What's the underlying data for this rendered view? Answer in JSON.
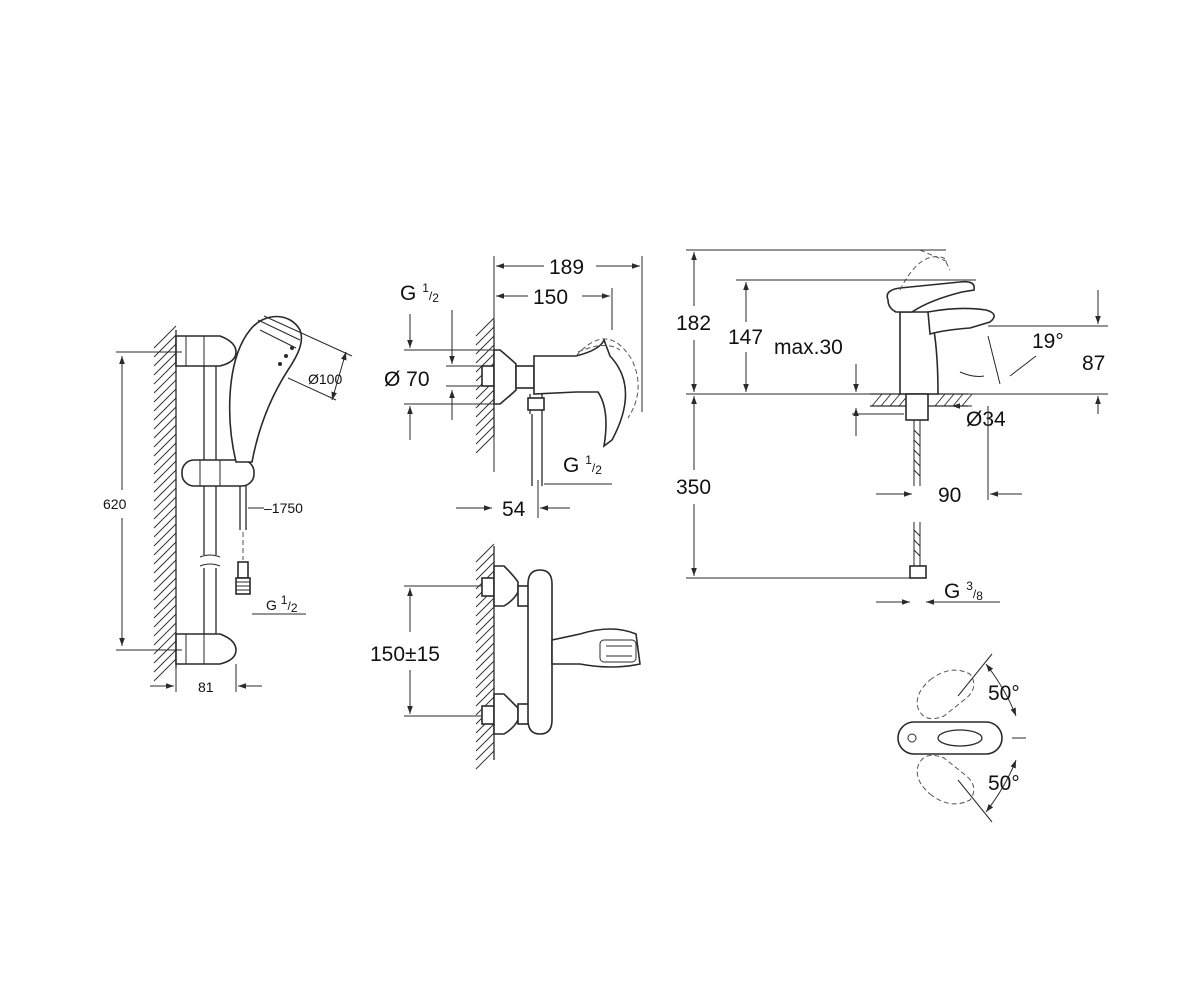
{
  "drawings": {
    "shower_rail": {
      "height_dim": "620",
      "width_dim": "81",
      "head_diameter": "Ø100",
      "hose_length": "1750",
      "thread": {
        "prefix": "G",
        "num": "1",
        "den": "2"
      }
    },
    "shower_mixer_side": {
      "overall_depth": "189",
      "body_depth": "150",
      "rosette_diameter": "Ø 70",
      "wall_offset": "54",
      "thread_top": {
        "prefix": "G",
        "num": "1",
        "den": "2"
      },
      "thread_bottom": {
        "prefix": "G",
        "num": "1",
        "den": "2"
      }
    },
    "shower_mixer_front": {
      "centre_distance": "150±15"
    },
    "basin_mixer": {
      "overall_height": "182",
      "spout_height": "147",
      "deck_thickness": "max.30",
      "hole_diameter": "Ø34",
      "spout_angle": "19°",
      "spout_reach": "87",
      "hose_length": "350",
      "base_width": "90",
      "thread": {
        "prefix": "G",
        "num": "3",
        "den": "8"
      }
    },
    "lever_rotation": {
      "angle_top": "50°",
      "angle_bottom": "50°"
    }
  }
}
